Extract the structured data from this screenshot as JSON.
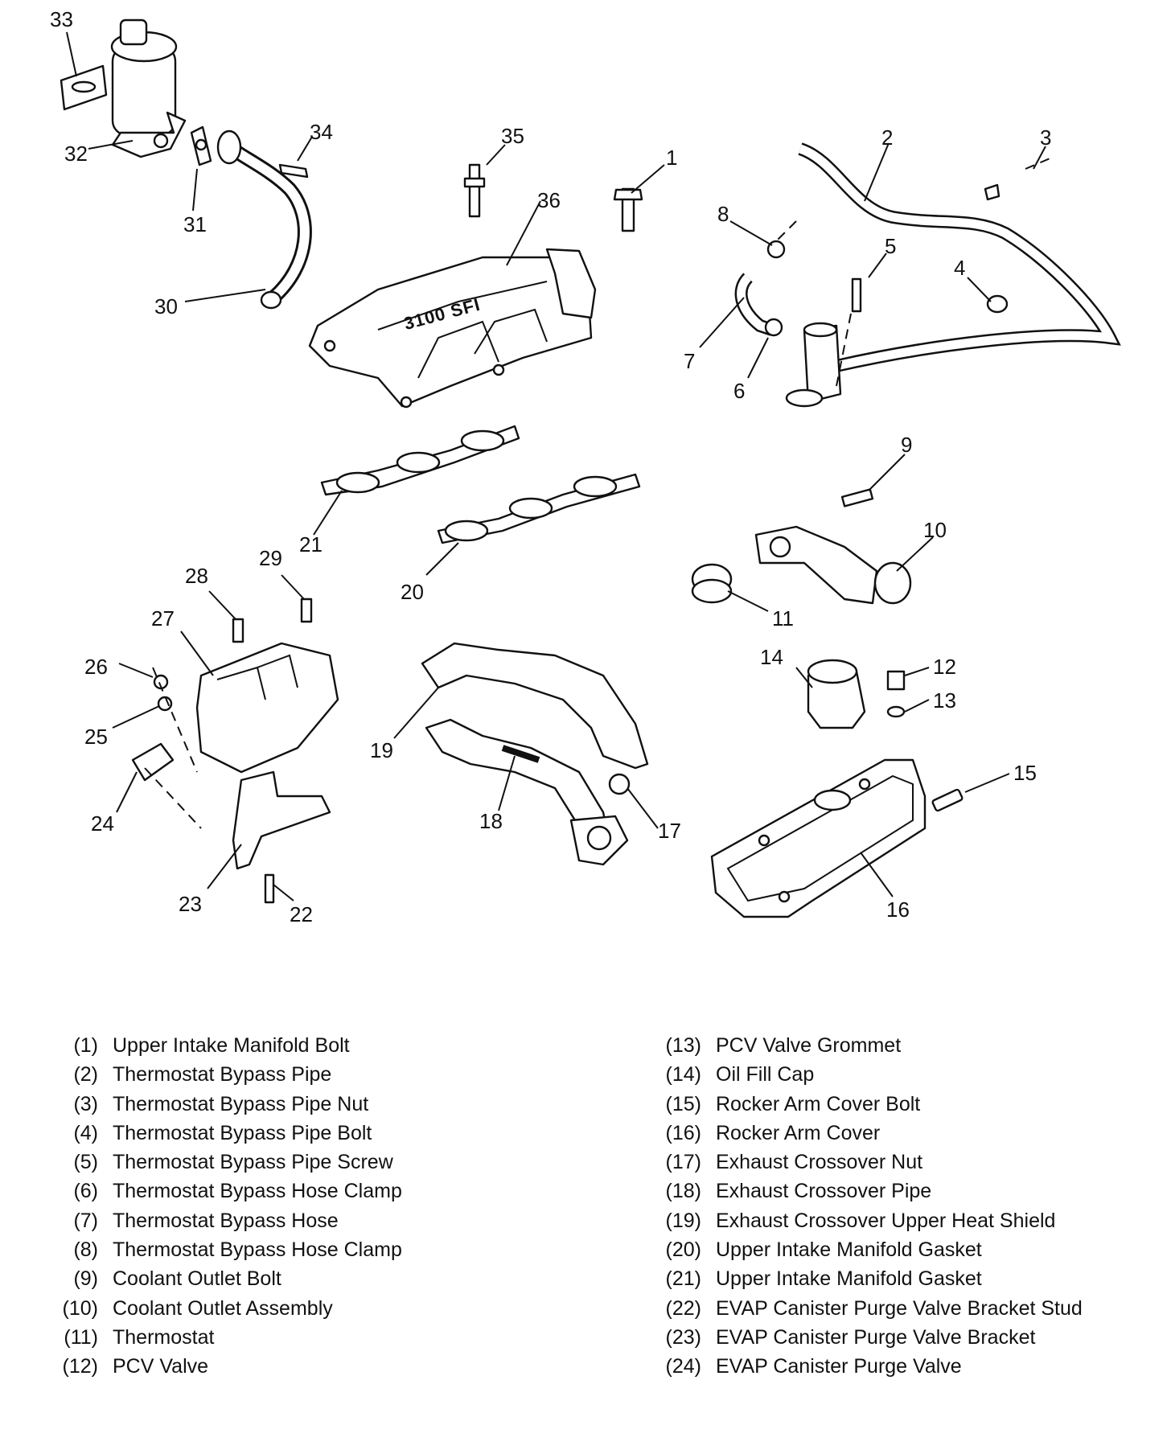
{
  "callouts": {
    "c1": "1",
    "c2": "2",
    "c3": "3",
    "c4": "4",
    "c5": "5",
    "c6": "6",
    "c7": "7",
    "c8": "8",
    "c9": "9",
    "c10": "10",
    "c11": "11",
    "c12": "12",
    "c13": "13",
    "c14": "14",
    "c15": "15",
    "c16": "16",
    "c17": "17",
    "c18": "18",
    "c19": "19",
    "c20": "20",
    "c21": "21",
    "c22": "22",
    "c23": "23",
    "c24": "24",
    "c25": "25",
    "c26": "26",
    "c27": "27",
    "c28": "28",
    "c29": "29",
    "c30": "30",
    "c31": "31",
    "c32": "32",
    "c33": "33",
    "c34": "34",
    "c35": "35",
    "c36": "36"
  },
  "manifold_marking": "3100 SFI",
  "legend": {
    "left": [
      {
        "num": "(1)",
        "label": "Upper Intake Manifold Bolt"
      },
      {
        "num": "(2)",
        "label": "Thermostat Bypass Pipe"
      },
      {
        "num": "(3)",
        "label": "Thermostat Bypass Pipe Nut"
      },
      {
        "num": "(4)",
        "label": "Thermostat Bypass Pipe Bolt"
      },
      {
        "num": "(5)",
        "label": "Thermostat Bypass Pipe Screw"
      },
      {
        "num": "(6)",
        "label": "Thermostat Bypass Hose Clamp"
      },
      {
        "num": "(7)",
        "label": "Thermostat Bypass Hose"
      },
      {
        "num": "(8)",
        "label": "Thermostat Bypass Hose Clamp"
      },
      {
        "num": "(9)",
        "label": "Coolant Outlet Bolt"
      },
      {
        "num": "(10)",
        "label": "Coolant Outlet Assembly"
      },
      {
        "num": "(11)",
        "label": "Thermostat"
      },
      {
        "num": "(12)",
        "label": "PCV Valve"
      }
    ],
    "right": [
      {
        "num": "(13)",
        "label": "PCV Valve Grommet"
      },
      {
        "num": "(14)",
        "label": "Oil Fill Cap"
      },
      {
        "num": "(15)",
        "label": "Rocker Arm Cover Bolt"
      },
      {
        "num": "(16)",
        "label": "Rocker Arm Cover"
      },
      {
        "num": "(17)",
        "label": "Exhaust Crossover Nut"
      },
      {
        "num": "(18)",
        "label": "Exhaust Crossover Pipe"
      },
      {
        "num": "(19)",
        "label": "Exhaust Crossover Upper Heat Shield"
      },
      {
        "num": "(20)",
        "label": "Upper Intake Manifold Gasket"
      },
      {
        "num": "(21)",
        "label": "Upper Intake Manifold Gasket"
      },
      {
        "num": "(22)",
        "label": "EVAP Canister Purge Valve Bracket Stud"
      },
      {
        "num": "(23)",
        "label": "EVAP Canister Purge Valve Bracket"
      },
      {
        "num": "(24)",
        "label": "EVAP Canister Purge Valve"
      }
    ]
  }
}
